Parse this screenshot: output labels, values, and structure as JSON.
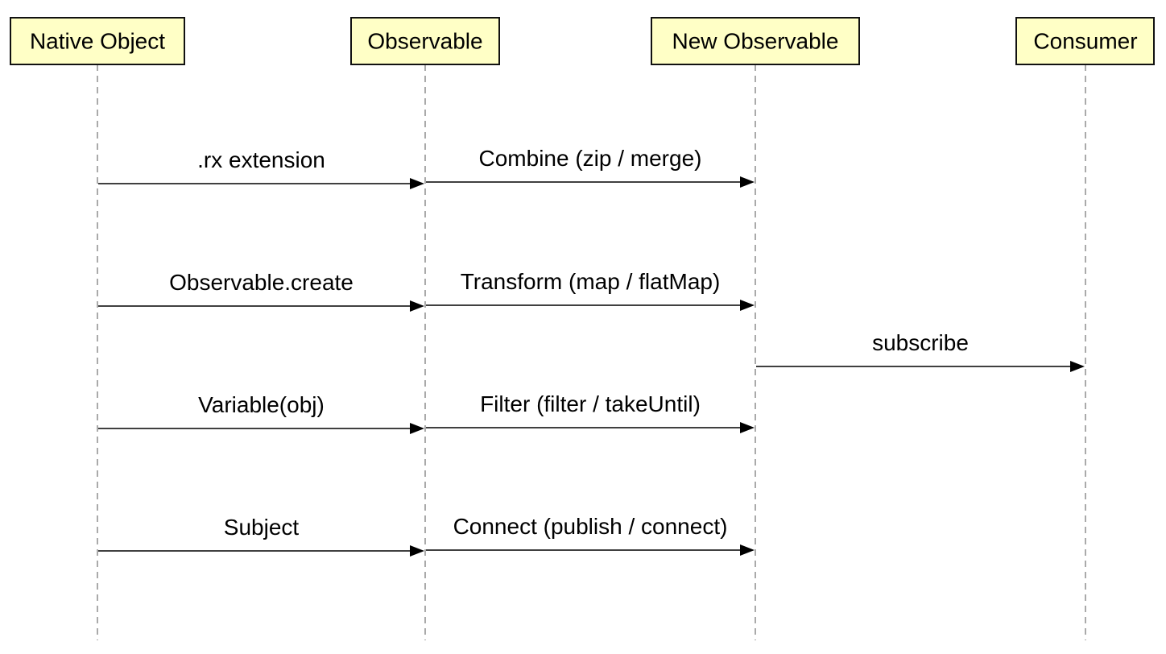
{
  "actors": [
    {
      "id": "native",
      "label": "Native Object"
    },
    {
      "id": "observable",
      "label": "Observable"
    },
    {
      "id": "newobs",
      "label": "New Observable"
    },
    {
      "id": "consumer",
      "label": "Consumer"
    }
  ],
  "messages": [
    {
      "from": "native",
      "to": "observable",
      "label": ".rx extension"
    },
    {
      "from": "observable",
      "to": "newobs",
      "label": "Combine (zip / merge)"
    },
    {
      "from": "native",
      "to": "observable",
      "label": "Observable.create"
    },
    {
      "from": "observable",
      "to": "newobs",
      "label": "Transform (map / flatMap)"
    },
    {
      "from": "newobs",
      "to": "consumer",
      "label": "subscribe"
    },
    {
      "from": "native",
      "to": "observable",
      "label": "Variable(obj)"
    },
    {
      "from": "observable",
      "to": "newobs",
      "label": "Filter (filter / takeUntil)"
    },
    {
      "from": "native",
      "to": "observable",
      "label": "Subject"
    },
    {
      "from": "observable",
      "to": "newobs",
      "label": "Connect (publish / connect)"
    }
  ],
  "colors": {
    "actor_fill": "#ffffc6",
    "lifeline": "#aaaaaa",
    "arrow": "#000000"
  }
}
